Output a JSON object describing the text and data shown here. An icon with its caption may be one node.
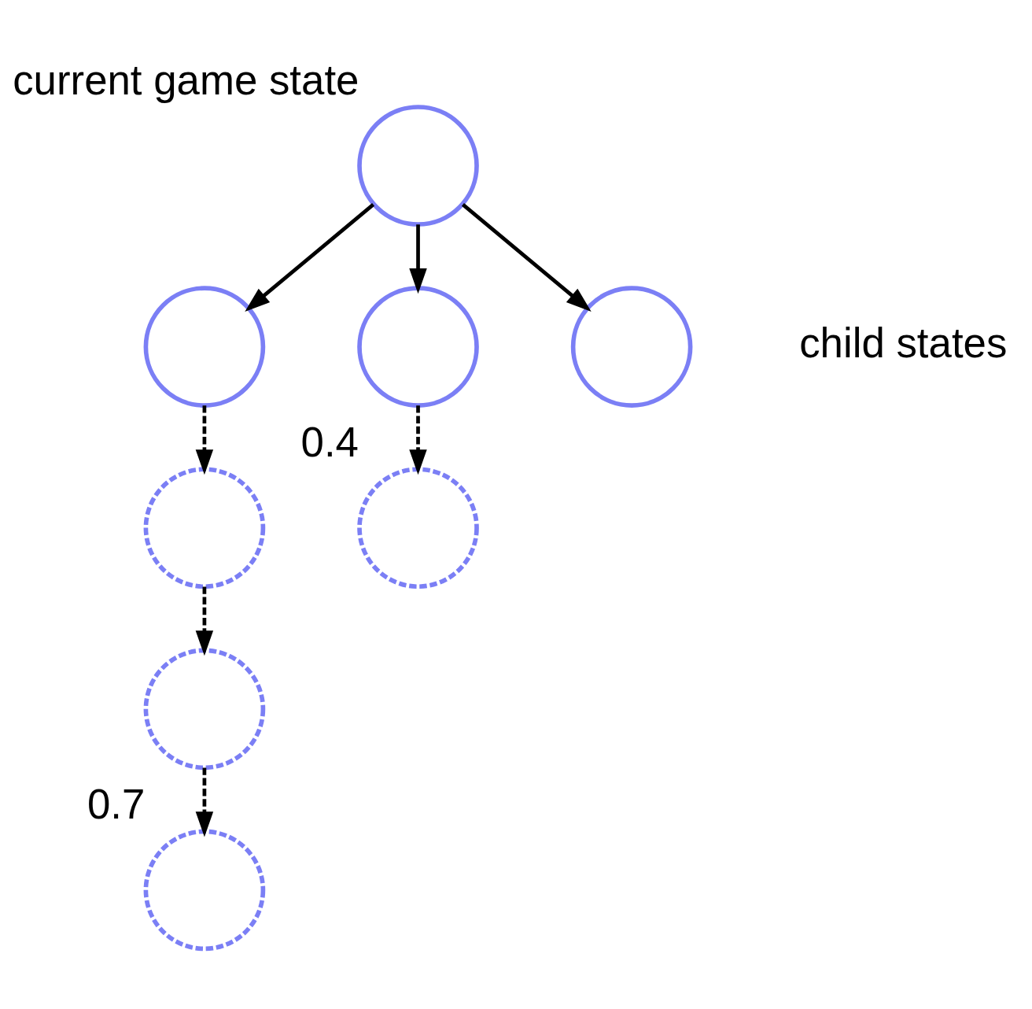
{
  "diagram": {
    "nodes": [
      {
        "text": [],
        "shape": "circle",
        "beside": [
          "current game state"
        ]
      },
      {
        "text": [],
        "shape": "circle"
      },
      {
        "text": [],
        "shape": "circle"
      },
      {
        "text": [],
        "shape": "circle"
      },
      {
        "text": [],
        "shape": "circle"
      },
      {
        "text": [],
        "shape": "circle",
        "beside": [
          "0.4"
        ]
      },
      {
        "text": [],
        "shape": "circle"
      },
      {
        "text": [],
        "shape": "circle",
        "beside": [
          "0.7"
        ]
      }
    ],
    "edges": [
      {
        "from": 0,
        "to": 1,
        "arrow": "to"
      },
      {
        "from": 0,
        "to": 2,
        "arrow": "to"
      },
      {
        "from": 0,
        "to": 3,
        "arrow": "to"
      },
      {
        "from": 1,
        "to": 4,
        "arrow": "to",
        "style": "dashed"
      },
      {
        "from": 2,
        "to": 5,
        "arrow": "to",
        "style": "dashed"
      },
      {
        "from": 4,
        "to": 6,
        "arrow": "to",
        "style": "dashed"
      },
      {
        "from": 6,
        "to": 7,
        "arrow": "to",
        "style": "dashed"
      }
    ],
    "labels": [
      "child states"
    ]
  }
}
